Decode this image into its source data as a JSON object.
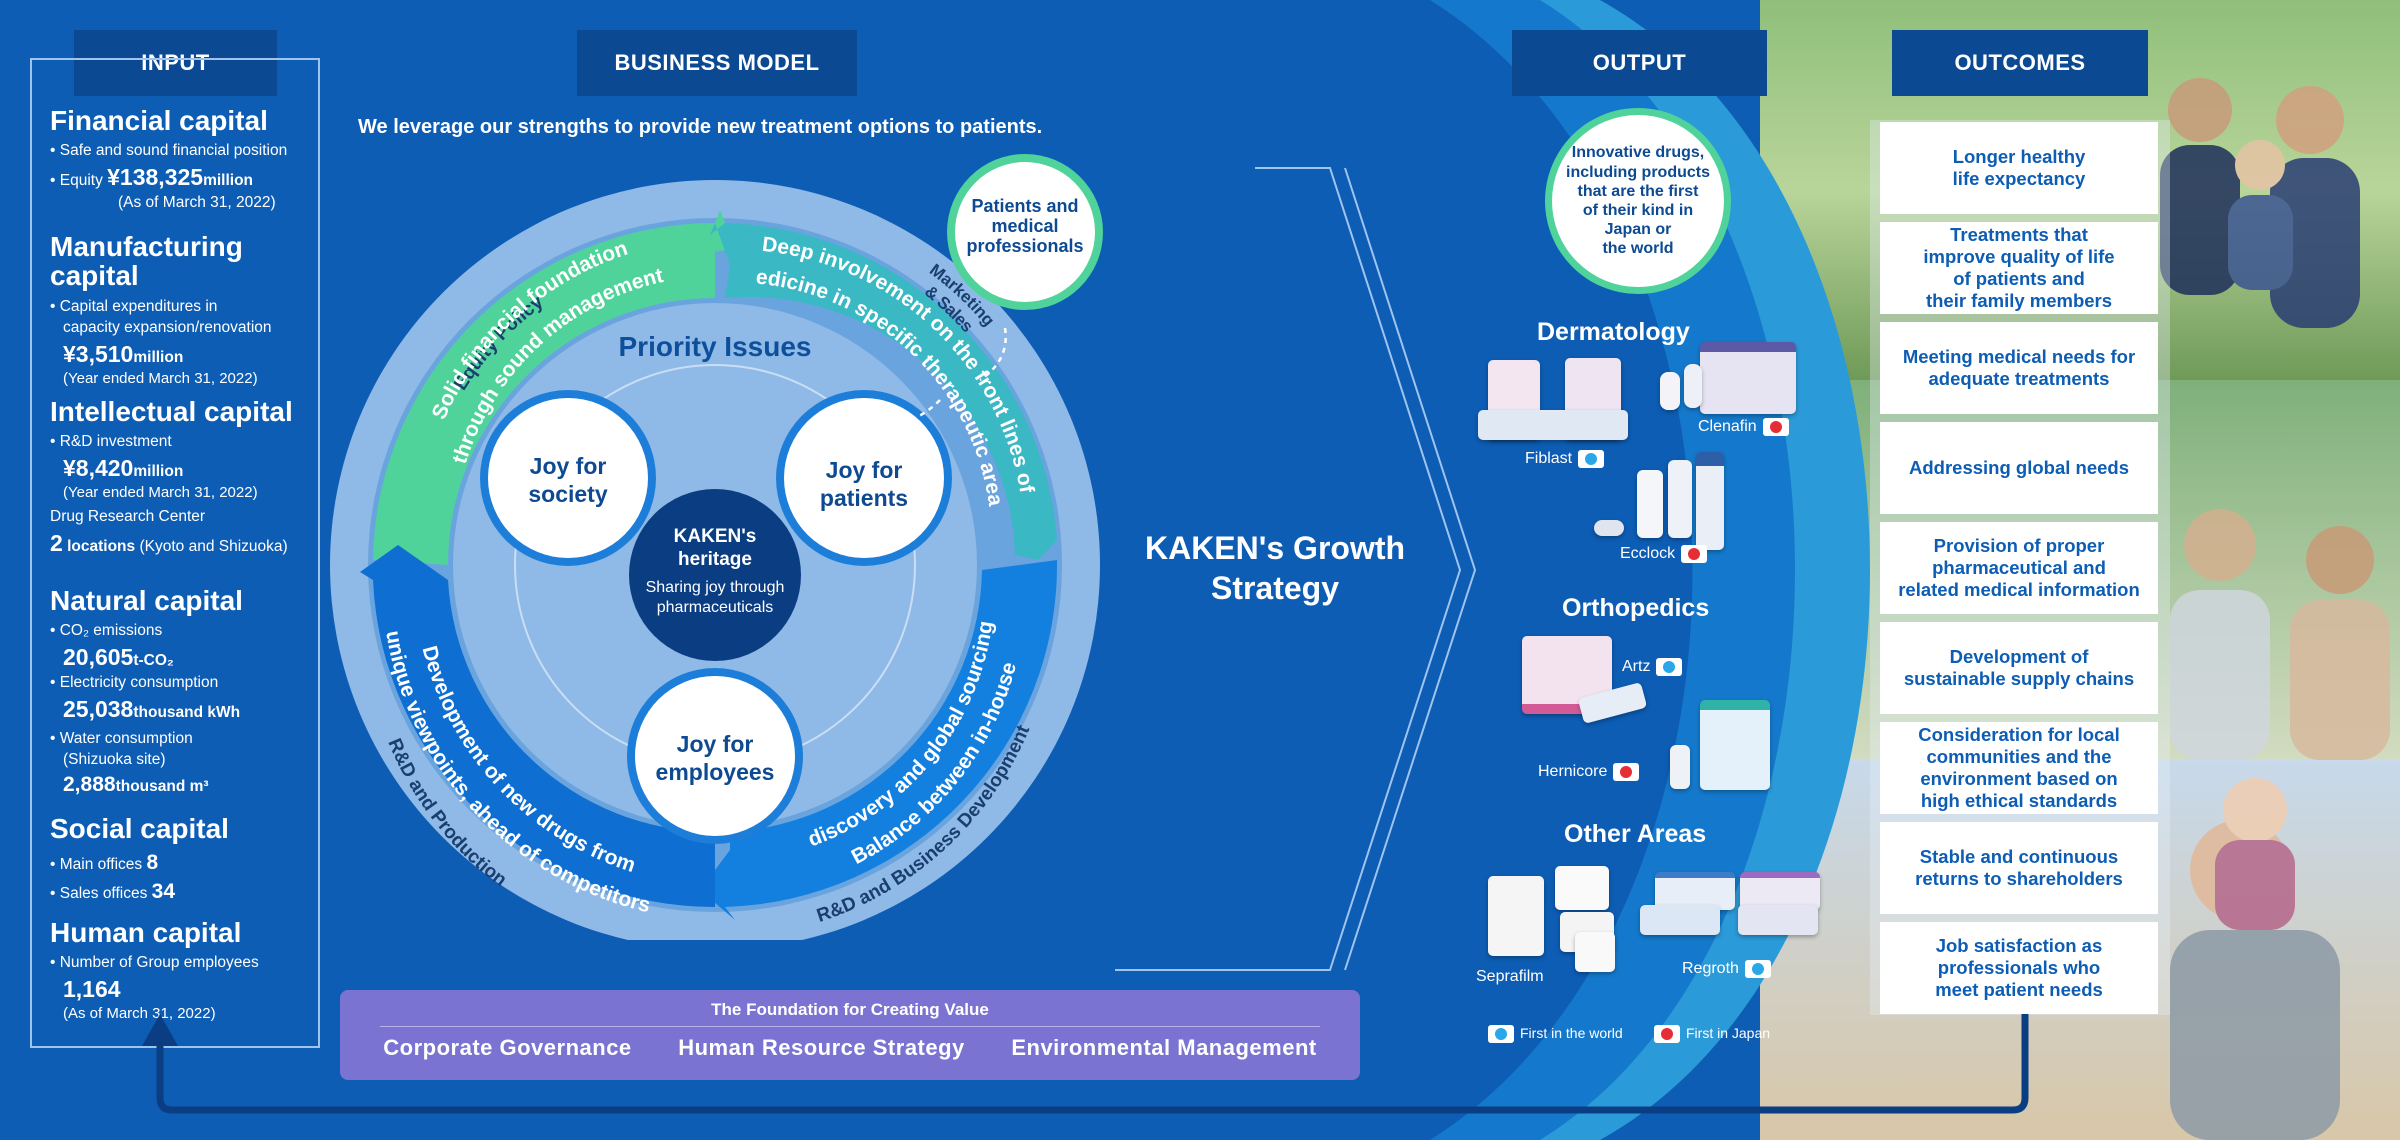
{
  "headers": {
    "input": "INPUT",
    "business_model": "BUSINESS MODEL",
    "output": "OUTPUT",
    "outcomes": "OUTCOMES"
  },
  "input": {
    "financial": {
      "title": "Financial capital",
      "line1": "Safe and sound financial position",
      "equity_label": "Equity",
      "equity_value": "¥138,325",
      "equity_unit": "million",
      "equity_note": "(As of March 31, 2022)"
    },
    "manufacturing": {
      "title_a": "Manufacturing",
      "title_b": "capital",
      "line1": "Capital expenditures in",
      "line2": "capacity expansion/renovation",
      "value": "¥3,510",
      "unit": "million",
      "note": "(Year ended March 31, 2022)"
    },
    "intellectual": {
      "title": "Intellectual capital",
      "line1": "R&D investment",
      "value": "¥8,420",
      "unit": "million",
      "note": "(Year ended March 31, 2022)",
      "center_label": "Drug Research Center",
      "locations_value": "2",
      "locations_unit": "locations",
      "locations_note": "(Kyoto and Shizuoka)"
    },
    "natural": {
      "title": "Natural capital",
      "co2_label": "CO₂ emissions",
      "co2_value": "20,605",
      "co2_unit": "t-CO₂",
      "elec_label": "Electricity consumption",
      "elec_value": "25,038",
      "elec_unit": "thousand kWh",
      "water_label": "Water consumption",
      "water_site": "(Shizuoka site)",
      "water_value": "2,888",
      "water_unit": "thousand m³"
    },
    "social": {
      "title": "Social capital",
      "main_label": "Main offices",
      "main_value": "8",
      "sales_label": "Sales offices",
      "sales_value": "34"
    },
    "human": {
      "title": "Human capital",
      "line1": "Number of Group employees",
      "value": "1,164",
      "note": "(As of March 31, 2022)"
    }
  },
  "business_model": {
    "tagline": "We leverage our strengths to provide new treatment options to patients.",
    "priority_issues": "Priority Issues",
    "joy_society": [
      "Joy for",
      "society"
    ],
    "joy_patients": [
      "Joy for",
      "patients"
    ],
    "joy_employees": [
      "Joy for",
      "employees"
    ],
    "heritage_title": [
      "KAKEN's",
      "heritage"
    ],
    "heritage_sub": [
      "Sharing joy through",
      "pharmaceuticals"
    ],
    "arrow_green": [
      "Solid financial foundation",
      "through sound management"
    ],
    "arrow_teal": [
      "Deep involvement on the front lines of",
      "medicine in specific therapeutic areas"
    ],
    "arrow_blue_right": [
      "Balance between in-house",
      "discovery and global sourcing"
    ],
    "arrow_blue_left": [
      "Development of new drugs from",
      "unique viewpoints, ahead of competitors"
    ],
    "outer_equity": "Equity Policy",
    "outer_marketing": [
      "Marketing",
      "& Sales"
    ],
    "outer_rnd_bd": "R&D and Business Development",
    "outer_rnd_prod": "R&D and Production",
    "patients_bubble": [
      "Patients and",
      "medical",
      "professionals"
    ],
    "growth": [
      "KAKEN's Growth",
      "Strategy"
    ],
    "foundation_title": "The Foundation for Creating Value",
    "foundation_items": [
      "Corporate Governance",
      "Human Resource Strategy",
      "Environmental Management"
    ]
  },
  "output": {
    "innovative": [
      "Innovative drugs,",
      "including  products",
      "that are the first",
      "of their kind in",
      "Japan or",
      "the world"
    ],
    "dermatology": "Dermatology",
    "clenafin": "Clenafin",
    "fiblast": "Fiblast",
    "ecclock": "Ecclock",
    "orthopedics": "Orthopedics",
    "artz": "Artz",
    "hernicore": "Hernicore",
    "other": "Other Areas",
    "seprafilm": "Seprafilm",
    "regroth": "Regroth",
    "legend_world": "First in the world",
    "legend_japan": "First in Japan"
  },
  "outcomes": [
    [
      "Longer healthy",
      "life expectancy"
    ],
    [
      "Treatments that",
      "improve quality of life",
      "of patients and",
      "their family members"
    ],
    [
      "Meeting medical needs for",
      "adequate treatments"
    ],
    [
      "Addressing global needs"
    ],
    [
      "Provision of proper",
      "pharmaceutical and",
      "related medical information"
    ],
    [
      "Development of",
      "sustainable supply chains"
    ],
    [
      "Consideration for local",
      "communities and the",
      "environment based on",
      "high ethical standards"
    ],
    [
      "Stable and continuous",
      "returns to shareholders"
    ],
    [
      "Job satisfaction as",
      "professionals who",
      "meet patient needs"
    ]
  ],
  "colors": {
    "background": "#0d5db5",
    "header": "#0b4a93",
    "green": "#4fd39a",
    "teal": "#3ab8c4",
    "blue_arrow": "#1380e0",
    "dark_blue": "#0b3d82",
    "foundation": "#7a73d1"
  }
}
